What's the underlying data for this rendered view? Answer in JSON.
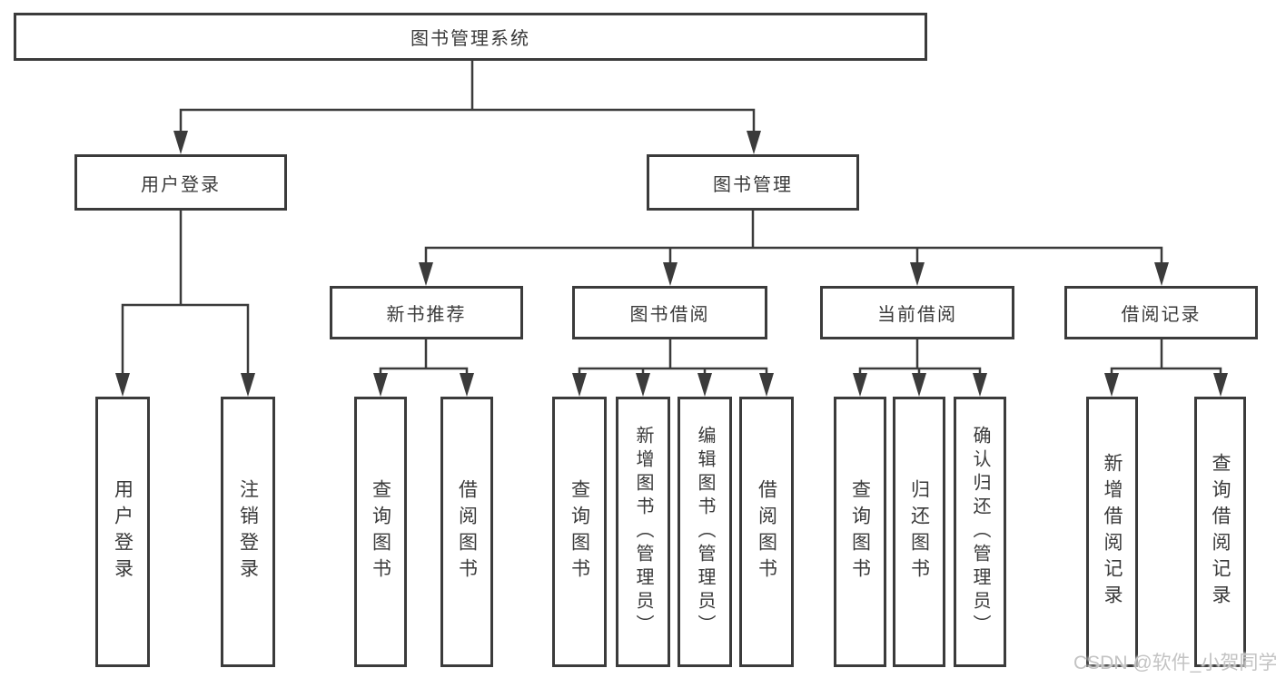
{
  "diagram": {
    "title": "图书管理系统",
    "nodes": {
      "root": {
        "label": "图书管理系统"
      },
      "user_login": {
        "label": "用户登录",
        "leaves": [
          "用户登录",
          "注销登录"
        ]
      },
      "book_mgmt": {
        "label": "图书管理",
        "children": [
          "新书推荐",
          "图书借阅",
          "当前借阅",
          "借阅记录"
        ]
      },
      "new_books": {
        "label": "新书推荐",
        "leaves": [
          "查询图书",
          "借阅图书"
        ]
      },
      "book_borrow": {
        "label": "图书借阅",
        "leaves": [
          "查询图书",
          "新增图书（管理员）",
          "编辑图书（管理员）",
          "借阅图书"
        ]
      },
      "current_borrow": {
        "label": "当前借阅",
        "leaves": [
          "查询图书",
          "归还图书",
          "确认归还（管理员）"
        ]
      },
      "borrow_records": {
        "label": "借阅记录",
        "leaves": [
          "新增借阅记录",
          "查询借阅记录"
        ]
      }
    },
    "watermark": "CSDN @软件_小贺同学",
    "colors": {
      "line": "#3b3b3b",
      "text": "#3a3a3a",
      "watermark": "#c3c3c3",
      "background": "#ffffff"
    }
  }
}
